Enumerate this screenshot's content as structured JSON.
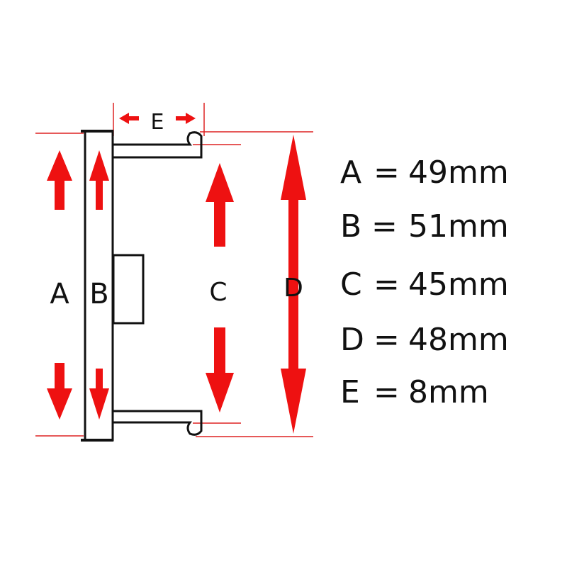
{
  "labels": {
    "a": "A",
    "b": "B",
    "c": "C",
    "d": "D",
    "e": "E"
  },
  "dimensions": [
    {
      "key": "A",
      "eq": "=",
      "value": "49mm"
    },
    {
      "key": "B",
      "eq": "=",
      "value": "51mm"
    },
    {
      "key": "C",
      "eq": "=",
      "value": "45mm"
    },
    {
      "key": "D",
      "eq": "=",
      "value": "48mm"
    },
    {
      "key": "E",
      "eq": "=",
      "value": "8mm"
    }
  ],
  "colors": {
    "arrow": "#ee1111",
    "outline": "#111111",
    "guide": "#dd2222"
  }
}
